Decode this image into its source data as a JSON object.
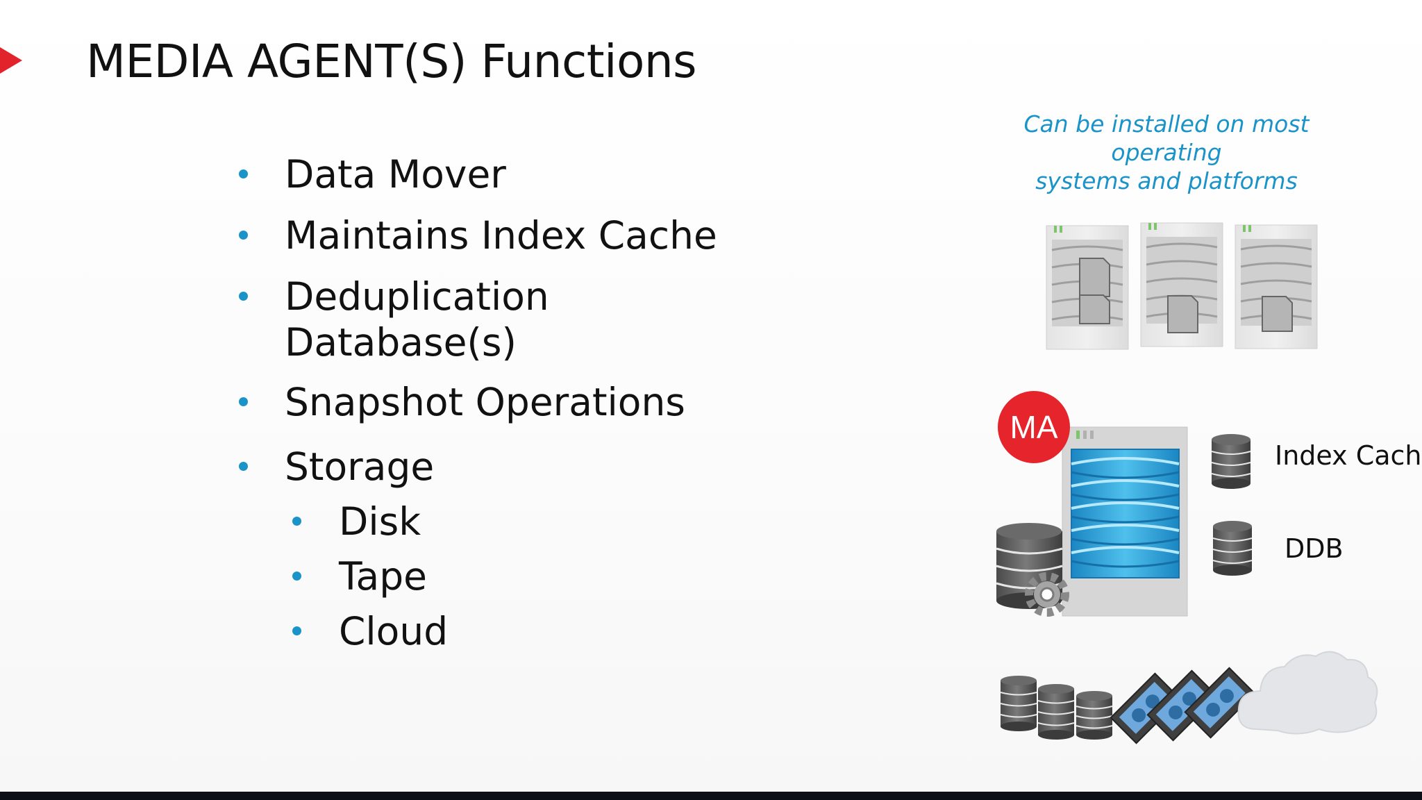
{
  "slide": {
    "title": "MEDIA AGENT(S) Functions",
    "bullets": [
      "Data Mover",
      "Maintains Index Cache",
      "Deduplication",
      "Database(s)",
      "Snapshot Operations",
      "Storage"
    ],
    "sub_bullets": [
      "Disk",
      "Tape",
      "Cloud"
    ]
  },
  "diagram": {
    "caption_line1": "Can be installed on most operating",
    "caption_line2": "systems and platforms",
    "badge": "MA",
    "index_cache_label": "Index Cache",
    "ddb_label": "DDB"
  },
  "colors": {
    "accent_blue": "#1a93c9",
    "badge_red": "#e5242c",
    "bar": "#0c0f18"
  },
  "icons": [
    "server-icon",
    "database-icon",
    "gear-icon",
    "tape-icon",
    "cloud-icon",
    "play-arrow-icon"
  ]
}
